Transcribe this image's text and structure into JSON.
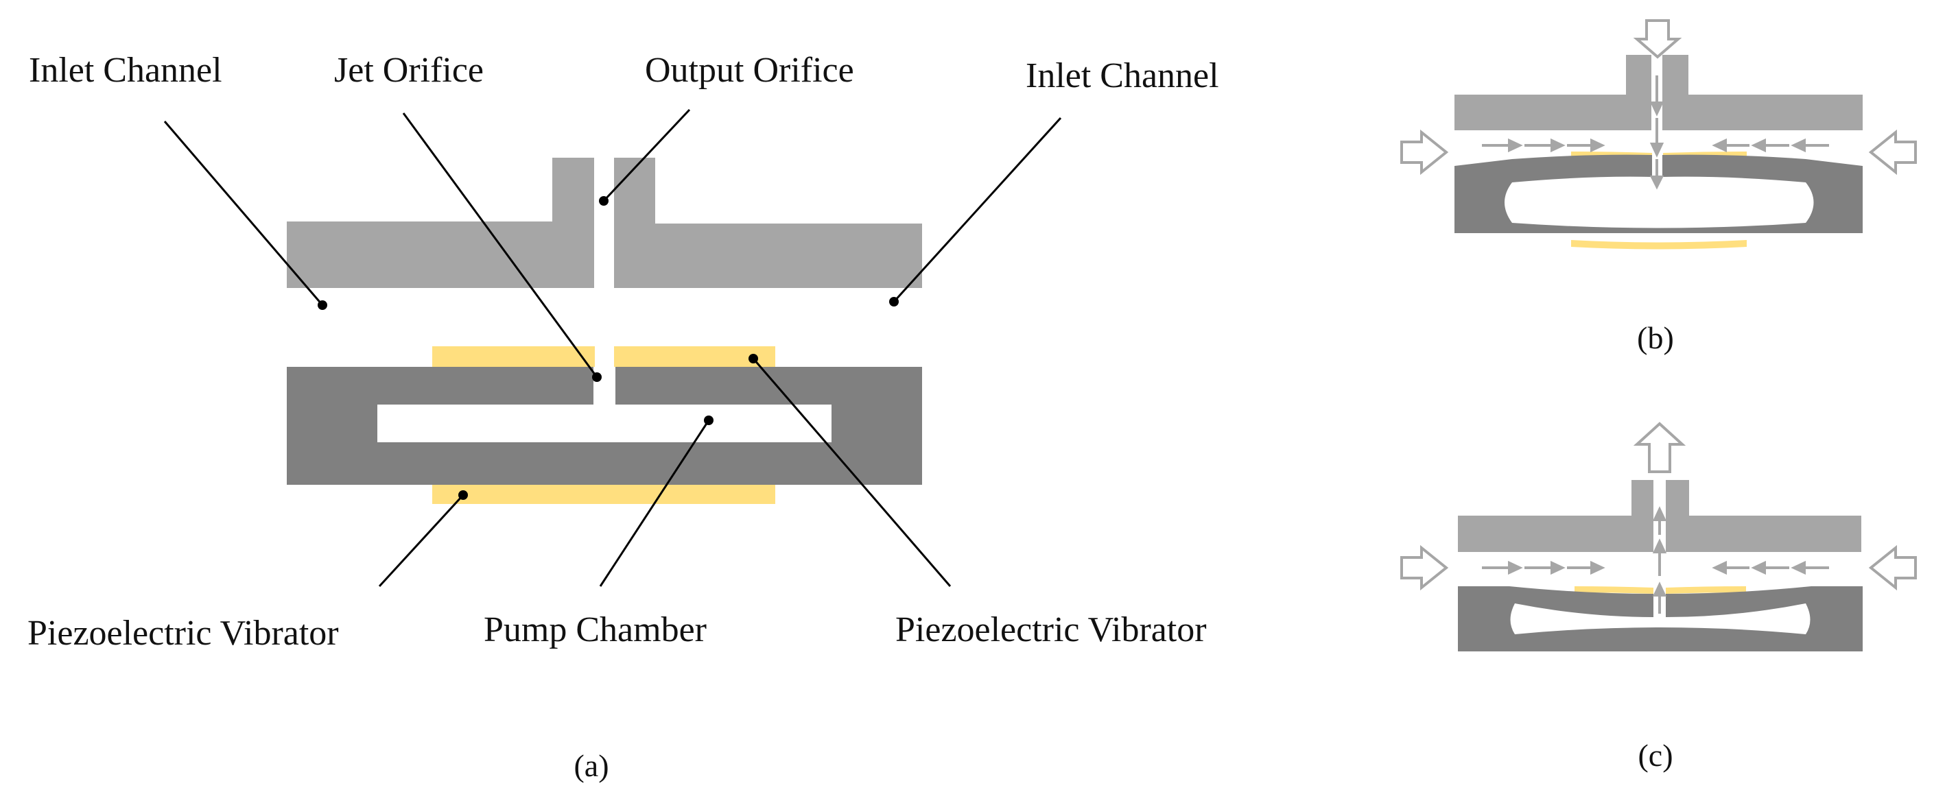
{
  "colors": {
    "upper_plate": "#a6a6a6",
    "lower_body": "#808080",
    "piezo": "#ffdf7f",
    "leader": "#000000",
    "arrow": "#a6a6a6"
  },
  "panel_a": {
    "labels": {
      "inlet_channel_left": "Inlet Channel",
      "jet_orifice": "Jet Orifice",
      "output_orifice": "Output Orifice",
      "inlet_channel_right": "Inlet Channel",
      "piezo_vibrator_left": "Piezoelectric Vibrator",
      "pump_chamber": "Pump Chamber",
      "piezo_vibrator_right": "Piezoelectric Vibrator"
    },
    "caption": "(a)"
  },
  "panel_b": {
    "caption": "(b)"
  },
  "panel_c": {
    "caption": "(c)"
  }
}
